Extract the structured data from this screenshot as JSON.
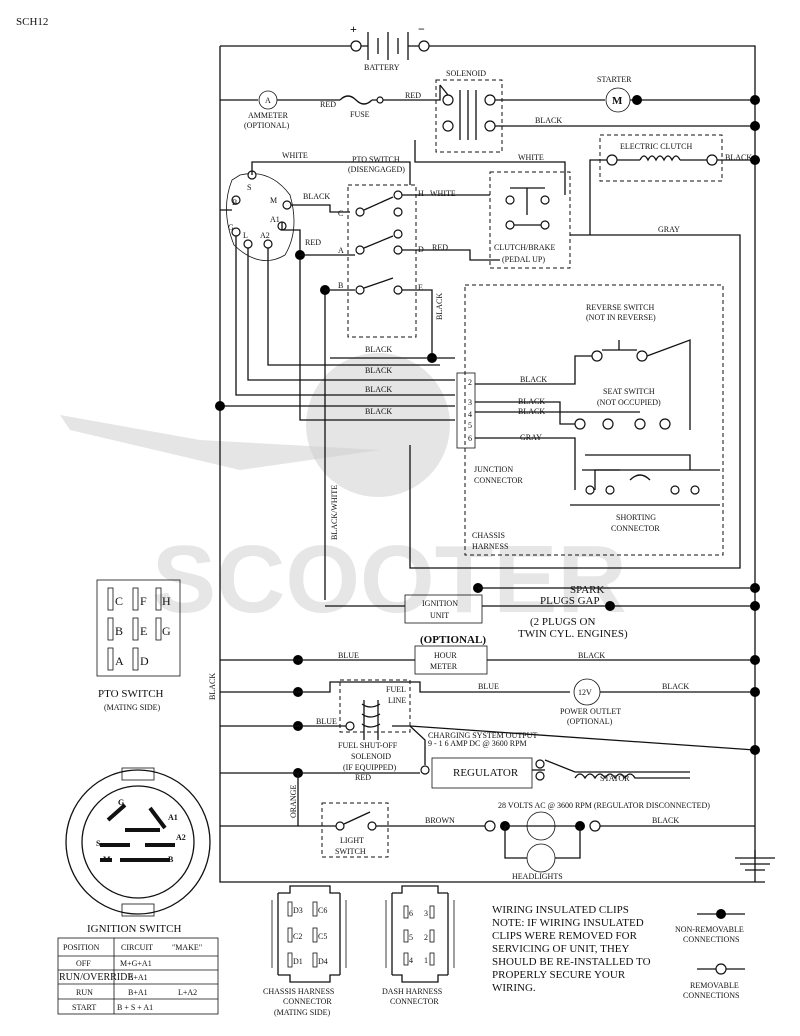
{
  "page_id": "SCH12",
  "watermark": "SCOOTER",
  "components": {
    "battery": "BATTERY",
    "solenoid": "SOLENOID",
    "starter": "STARTER",
    "ammeter": "AMMETER",
    "ammeter_note": "(OPTIONAL)",
    "fuse": "FUSE",
    "electric_clutch": "ELECTRIC CLUTCH",
    "pto_switch_title": "PTO SWITCH",
    "pto_switch_state": "(DISENGAGED)",
    "clutch_brake": "CLUTCH/BRAKE",
    "clutch_brake_state": "(PEDAL UP)",
    "reverse_switch": "REVERSE SWITCH",
    "reverse_switch_state": "(NOT IN REVERSE)",
    "seat_switch": "SEAT SWITCH",
    "seat_switch_state": "(NOT OCCUPIED)",
    "junction_connector": [
      "JUNCTION",
      "CONNECTOR"
    ],
    "shorting_connector": [
      "SHORTING",
      "CONNECTOR"
    ],
    "chassis_harness": [
      "CHASSIS",
      "HARNESS"
    ],
    "ignition_unit": [
      "IGNITION",
      "UNIT"
    ],
    "spark_plugs": [
      "SPARK",
      "PLUGS GAP",
      "(2 PLUGS ON",
      "TWIN CYL. ENGINES)"
    ],
    "optional_label": "(OPTIONAL)",
    "hour_meter": [
      "HOUR",
      "METER"
    ],
    "power_outlet_symbol": "12V",
    "power_outlet": [
      "POWER OUTLET",
      "(OPTIONAL)"
    ],
    "fuel_line": [
      "FUEL",
      "LINE"
    ],
    "fuel_shutoff": [
      "FUEL SHUT-OFF",
      "SOLENOID",
      "(IF EQUIPPED)"
    ],
    "charging_output": [
      "CHARGING SYSTEM OUTPUT",
      "9 - 1 6 AMP DC @ 3600 RPM"
    ],
    "regulator": "REGULATOR",
    "stator": "STATOR",
    "stator_note": "28 VOLTS AC @ 3600 RPM (REGULATOR DISCONNECTED)",
    "light_switch": [
      "LIGHT",
      "SWITCH"
    ],
    "headlights": "HEADLIGHTS",
    "ignition_switch_terminals": [
      "S",
      "M",
      "A1",
      "A2",
      "L",
      "G",
      "B"
    ],
    "pto_terminals": [
      "C",
      "A",
      "B",
      "H",
      "D",
      "E"
    ],
    "junction_pins": [
      "2",
      "3",
      "4",
      "5",
      "6"
    ]
  },
  "wire_colors": {
    "red": "RED",
    "black": "BLACK",
    "white": "WHITE",
    "gray": "GRAY",
    "blue": "BLUE",
    "orange": "ORANGE",
    "brown": "BROWN",
    "black_white": "BLACK/WHITE"
  },
  "pto_mating": {
    "title": "PTO SWITCH",
    "subtitle": "(MATING SIDE)",
    "grid": [
      [
        "C",
        "F",
        "H"
      ],
      [
        "B",
        "E",
        "G"
      ],
      [
        "A",
        "D",
        ""
      ]
    ]
  },
  "ignition_switch": {
    "title": "IGNITION SWITCH",
    "face_labels": [
      "G",
      "A1",
      "A2",
      "S",
      "B",
      "M"
    ],
    "headers": [
      "POSITION",
      "CIRCUIT",
      "\"MAKE\""
    ],
    "rows": [
      [
        "OFF",
        "M+G+A1",
        ""
      ],
      [
        "RUN/OVERRIDE",
        "B+A1",
        ""
      ],
      [
        "RUN",
        "B+A1",
        "L+A2"
      ],
      [
        "START",
        "B + S + A1",
        ""
      ]
    ]
  },
  "chassis_connector": {
    "pins": [
      "D3",
      "C6",
      "C2",
      "C5",
      "D1",
      "D4"
    ],
    "caption": [
      "CHASSIS HARNESS",
      "CONNECTOR",
      "(MATING SIDE)"
    ]
  },
  "dash_connector": {
    "pins": [
      "6",
      "3",
      "5",
      "2",
      "4",
      "1"
    ],
    "caption": [
      "DASH HARNESS",
      "CONNECTOR"
    ]
  },
  "notes": {
    "title": "WIRING INSULATED CLIPS",
    "lines": [
      "NOTE: IF WIRING INSULATED",
      "CLIPS WERE REMOVED FOR",
      "SERVICING OF UNIT, THEY",
      "SHOULD BE RE-INSTALLED TO",
      "PROPERLY SECURE YOUR",
      "WIRING."
    ]
  },
  "legend": {
    "non_removable": [
      "NON-REMOVABLE",
      "CONNECTIONS"
    ],
    "removable": [
      "REMOVABLE",
      "CONNECTIONS"
    ]
  },
  "colors": {
    "ink": "#111111",
    "watermark": "#cfcfcf",
    "background": "#ffffff"
  }
}
